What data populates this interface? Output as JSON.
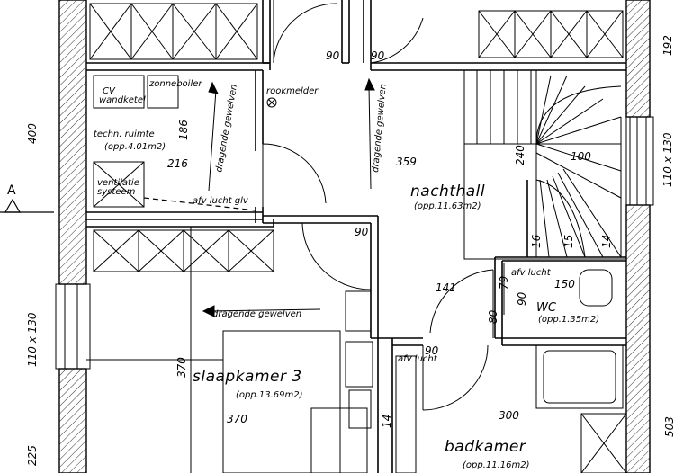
{
  "plan": {
    "section_marker": "A",
    "rooms": {
      "nachthall": {
        "name": "nachthall",
        "area": "(opp.11.63m2)"
      },
      "slaapkamer": {
        "name": "slaapkamer 3",
        "area": "(opp.13.69m2)"
      },
      "badkamer": {
        "name": "badkamer",
        "area": "(opp.11.16m2)"
      },
      "wc": {
        "name": "WC",
        "area": "(opp.1.35m2)"
      },
      "techn": {
        "name": "techn. ruimte",
        "area": "(opp.4.01m2)"
      }
    },
    "labels": {
      "cv": "CV",
      "wandketel": "wandketel",
      "zonneboiler": "zonneboiler",
      "rookmelder": "rookmelder",
      "ventilatie1": "ventilatie",
      "ventilatie2": "systeem",
      "afv_lucht_glv": "afv lucht glv",
      "afv_lucht_wc": "afv lucht",
      "afv_lucht_bath": "afv lucht",
      "dragende1": "dragende gewelven",
      "dragende2": "dragende gewelven",
      "dragende3": "dragende gewelven"
    },
    "dimensions": {
      "d90a": "90",
      "d90b": "90",
      "d90c": "90",
      "d90d": "90",
      "d186": "186",
      "d216": "216",
      "d359": "359",
      "d240": "240",
      "d100": "100",
      "d192": "192",
      "d400": "400",
      "d141": "141",
      "d150": "150",
      "d80": "80",
      "d370a": "370",
      "d370b": "370",
      "d300": "300",
      "d225": "225",
      "d14a": "14",
      "d14b": "14",
      "d15": "15",
      "d16": "16",
      "d503": "503",
      "d79": "79",
      "d90e": "90",
      "w110x130_left": "110 x 130",
      "w110x130_right": "110 x 130"
    }
  }
}
